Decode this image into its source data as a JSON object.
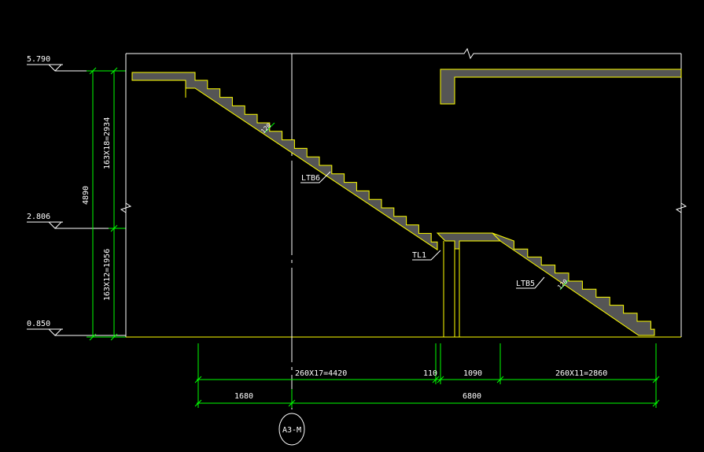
{
  "colors": {
    "background": "#000000",
    "line_white": "#ffffff",
    "stair_yellow": "#ffff00",
    "dimension_green": "#00ff00"
  },
  "levels": {
    "top": "5.790",
    "mid": "2.806",
    "bottom": "0.850"
  },
  "vertical_dims": {
    "total": "4890",
    "upper_flight": "163X18=2934",
    "lower_flight": "163X12=1956"
  },
  "horizontal_dims": {
    "flight_1": "260X17=4420",
    "gap": "110",
    "landing": "1090",
    "flight_2": "260X11=2860",
    "left_offset": "1680",
    "total": "6800"
  },
  "labels": {
    "ltb6": "LTB6",
    "ltb5": "LTB5",
    "tl1": "TL1",
    "thickness_1": "120",
    "thickness_2": "120",
    "axis": "A3-M"
  }
}
